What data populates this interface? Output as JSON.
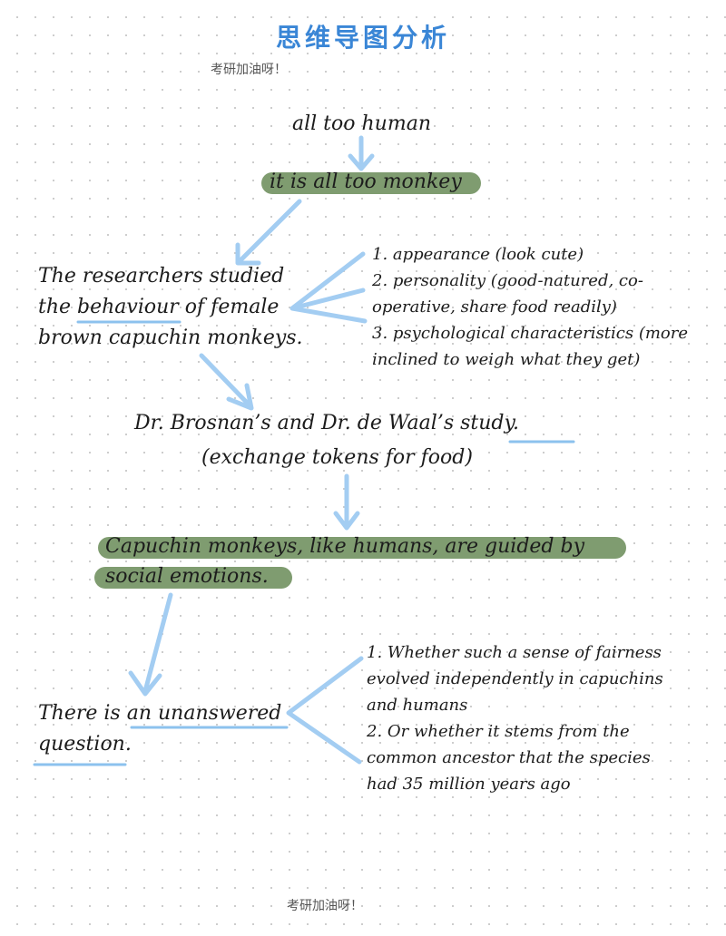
{
  "header": {
    "title": "思维导图分析",
    "watermark_top": "考研加油呀！"
  },
  "nodes": {
    "root": "all too human",
    "monkey": "it is all too monkey",
    "researchers": [
      "The researchers studied",
      "the behaviour of female",
      "brown capuchin monkeys."
    ],
    "traits": [
      "1. appearance (look cute)",
      "2. personality (good-natured, co-",
      "operative, share food readily)",
      "3. psychological characteristics (more",
      "inclined to weigh what they get)"
    ],
    "study": [
      "Dr. Brosnan’s and Dr. de Waal’s study.",
      "(exchange tokens for food)"
    ],
    "guided": [
      "Capuchin monkeys, like humans, are guided by",
      "social emotions."
    ],
    "question": [
      "There is an unanswered",
      "question."
    ],
    "possibilities": [
      "1. Whether such a sense of fairness",
      "evolved independently in capuchins",
      "and humans",
      "2. Or whether it stems from the",
      "common ancestor that the species",
      "had 35 million years ago"
    ]
  },
  "footer": {
    "watermark_bottom": "考研加油呀！"
  },
  "colors": {
    "title": "#3a86d6",
    "arrow": "#a3cdf2",
    "underline": "#8cc2ee",
    "highlight": "#7f9c70"
  }
}
